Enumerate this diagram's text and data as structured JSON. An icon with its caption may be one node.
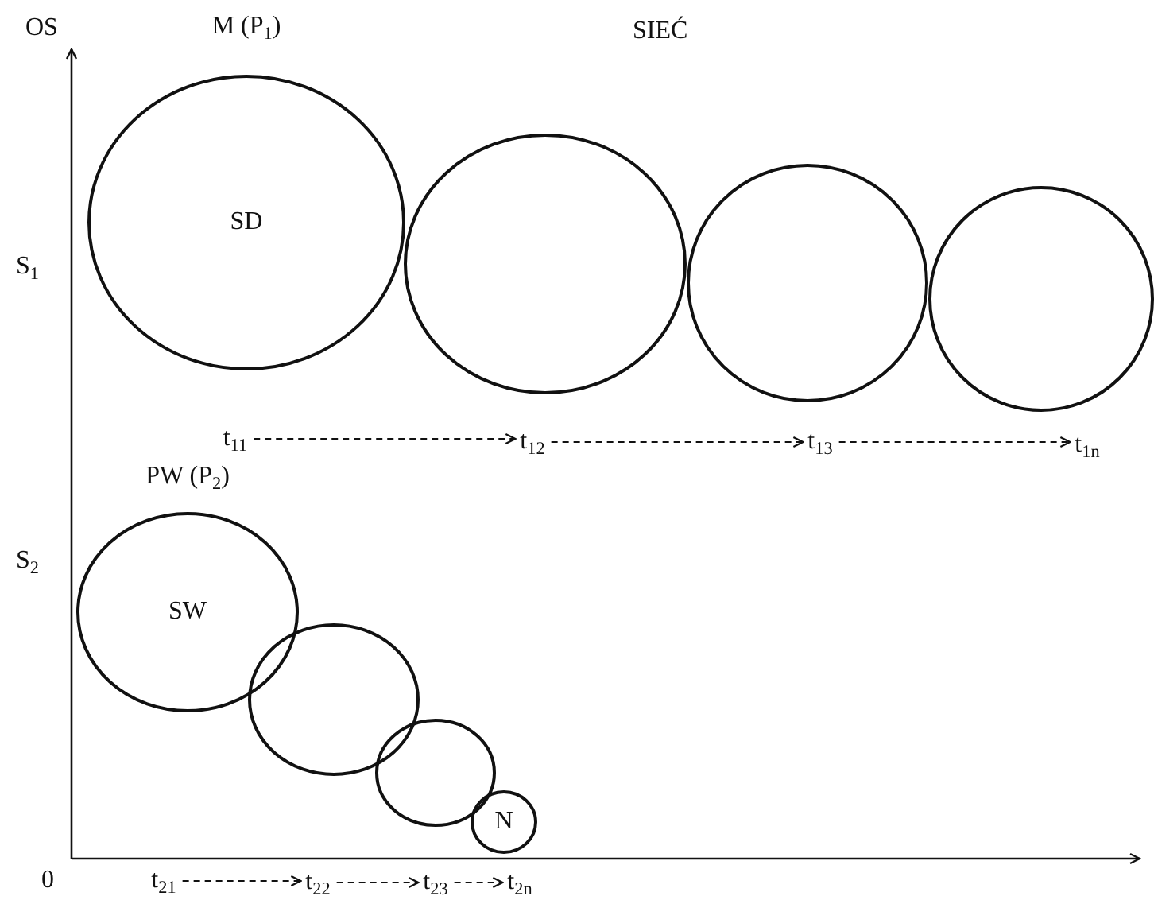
{
  "diagram": {
    "nodes": [
      {
        "text": [
          "M (P$_{1}$)",
          "SD"
        ]
      },
      {
        "text": [],
        "shape": "circle"
      },
      {
        "text": [],
        "shape": "circle"
      },
      {
        "text": [],
        "shape": "circle"
      },
      {
        "text": [
          "PW (P$_{2}$)",
          "SW"
        ]
      },
      {
        "text": [],
        "shape": "circle"
      },
      {
        "text": [],
        "shape": "circle"
      },
      {
        "text": [
          "N"
        ]
      },
      {
        "text": [
          "t$_{11}$"
        ]
      },
      {
        "text": [
          "t$_{12}$"
        ]
      },
      {
        "text": [
          "t$_{13}$"
        ]
      },
      {
        "text": [
          "t$_{1n}$"
        ]
      },
      {
        "text": [
          "t$_{21}$"
        ]
      },
      {
        "text": [
          "t$_{22}$"
        ]
      },
      {
        "text": [
          "t$_{23}$"
        ]
      },
      {
        "text": [
          "t$_{2n}$"
        ]
      }
    ],
    "edges": [
      {
        "from": 8,
        "to": 9,
        "arrow": "to",
        "style": "dashed"
      },
      {
        "from": 9,
        "to": 10,
        "arrow": "to",
        "style": "dashed"
      },
      {
        "from": 10,
        "to": 11,
        "arrow": "to",
        "style": "dashed"
      },
      {
        "from": 12,
        "to": 13,
        "arrow": "to",
        "style": "dashed"
      },
      {
        "from": 13,
        "to": 14,
        "arrow": "to",
        "style": "dashed"
      },
      {
        "from": 14,
        "to": 15,
        "arrow": "to",
        "style": "dashed"
      }
    ],
    "labels": [
      "OS",
      "SIEĆ",
      "S$_{1}$",
      "S$_{2}$",
      "0"
    ]
  }
}
